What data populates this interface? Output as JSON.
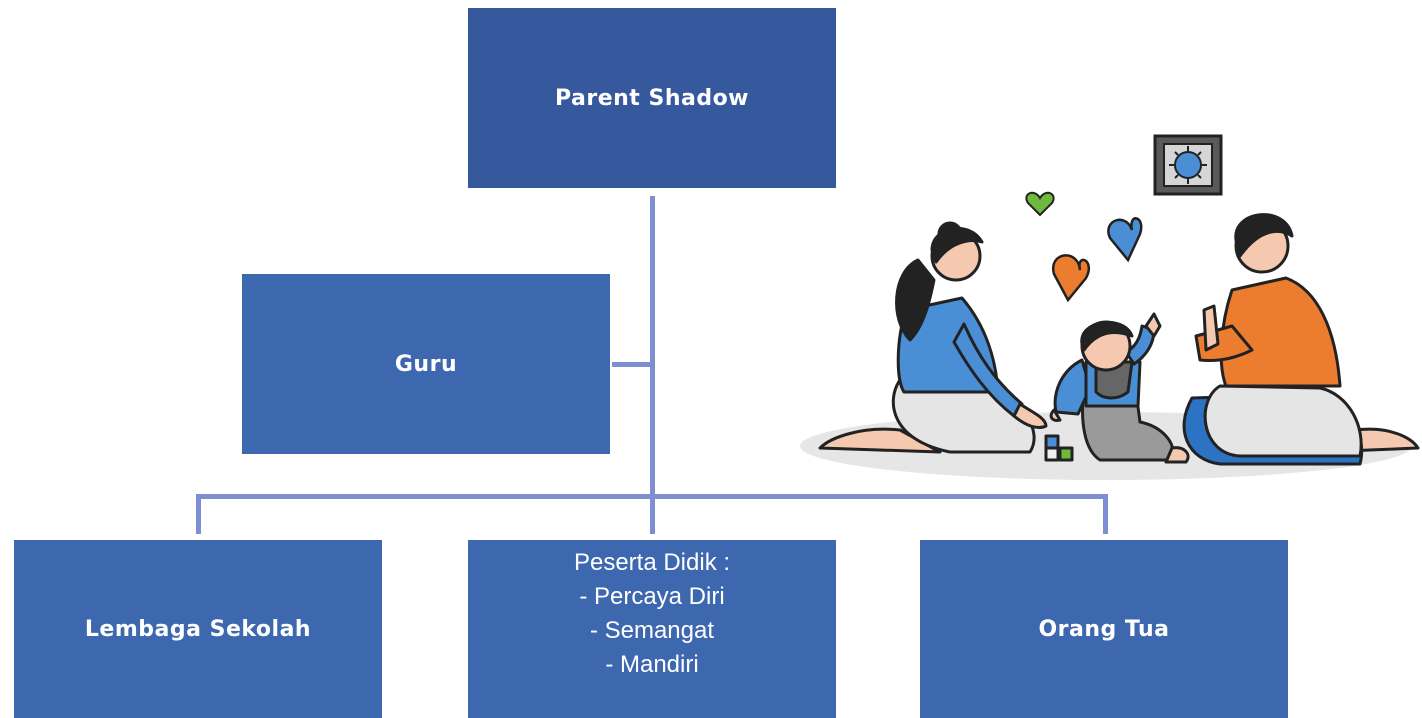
{
  "diagram": {
    "root": {
      "label": "Parent Shadow"
    },
    "side": {
      "label": "Guru"
    },
    "children": [
      {
        "label": "Lembaga Sekolah"
      },
      {
        "label": "Peserta Didik :",
        "items": [
          "- Percaya Diri",
          "- Semangat",
          "- Mandiri"
        ]
      },
      {
        "label": "Orang Tua"
      }
    ]
  },
  "colors": {
    "box_fill": "#3d68b0",
    "root_fill": "#36599d",
    "connector": "#7d8fd0",
    "text": "#ffffff"
  },
  "illustration": {
    "icons": [
      "family-illustration",
      "sun-frame-icon",
      "heart-icon"
    ]
  }
}
